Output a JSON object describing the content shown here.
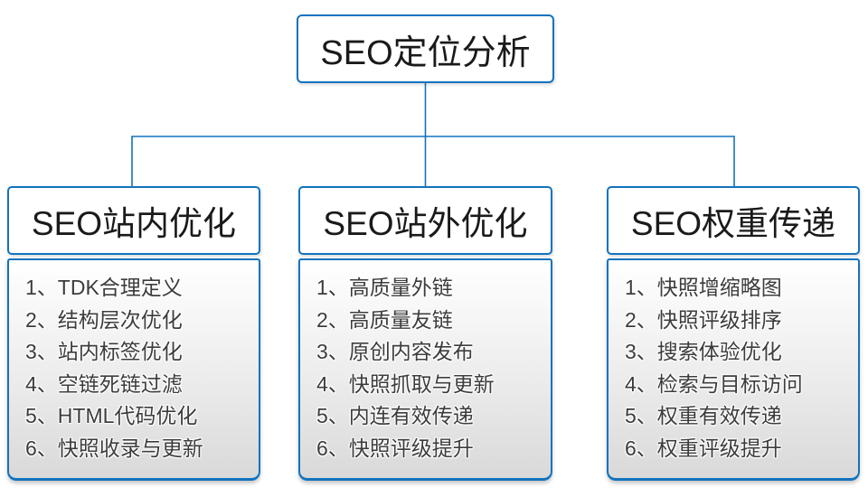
{
  "colors": {
    "accent": "#1273BE",
    "list_gradient_top": "#ffffff",
    "list_gradient_bottom": "#d9d9d9",
    "title_text": "#1a1a1a",
    "list_text": "#3c3c3c"
  },
  "root": {
    "title": "SEO定位分析"
  },
  "branches": [
    {
      "title": "SEO站内优化",
      "items": [
        "1、TDK合理定义",
        "2、结构层次优化",
        "3、站内标签优化",
        "4、空链死链过滤",
        "5、HTML代码优化",
        "6、快照收录与更新"
      ]
    },
    {
      "title": "SEO站外优化",
      "items": [
        "1、高质量外链",
        "2、高质量友链",
        "3、原创内容发布",
        "4、快照抓取与更新",
        "5、内连有效传递",
        "6、快照评级提升"
      ]
    },
    {
      "title": "SEO权重传递",
      "items": [
        "1、快照增缩略图",
        "2、快照评级排序",
        "3、搜索体验优化",
        "4、检索与目标访问",
        "5、权重有效传递",
        "6、权重评级提升"
      ]
    }
  ]
}
